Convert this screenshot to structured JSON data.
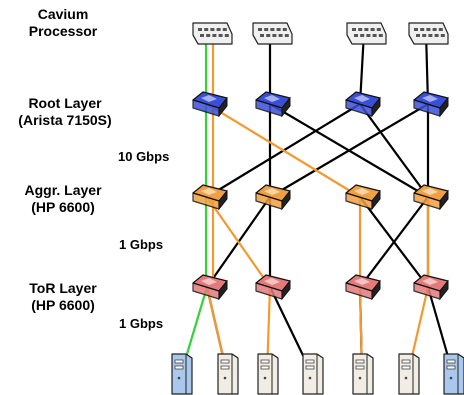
{
  "layers": {
    "cavium": [
      "Cavium",
      "Processor"
    ],
    "root": [
      "Root Layer",
      "(Arista 7150S)"
    ],
    "aggr": [
      "Aggr. Layer",
      "(HP 6600)"
    ],
    "tor": [
      "ToR Layer",
      "(HP 6600)"
    ]
  },
  "speeds": {
    "root_aggr": "10 Gbps",
    "aggr_tor": "1 Gbps",
    "tor_host": "1 Gbps"
  },
  "colors": {
    "link_black": "#000000",
    "link_orange": "#f29a2e",
    "link_green": "#37d13b",
    "processor": "#f0f0f0",
    "root_switch": "#3a4fd8",
    "aggr_switch": "#f0a040",
    "tor_switch": "#e57a7a",
    "host_plain": "#f1ede4",
    "host_blue": "#a9c8ec"
  },
  "icons": {
    "processor": "ethernet-hub-icon",
    "switch": "network-switch-icon",
    "host": "server-tower-icon"
  }
}
